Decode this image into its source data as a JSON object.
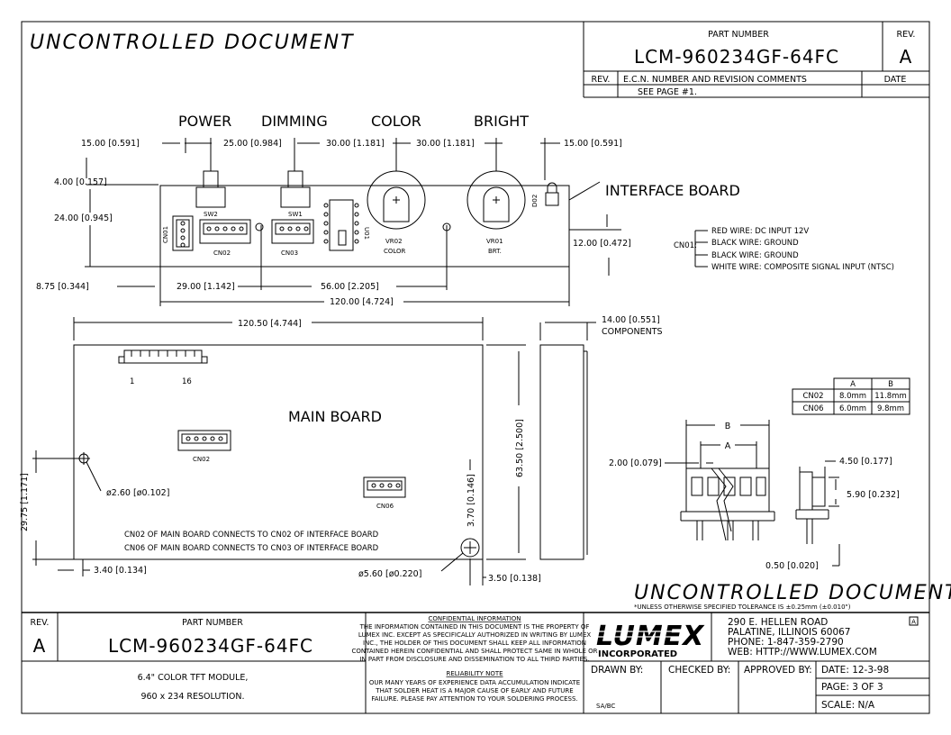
{
  "header": {
    "watermark": "UNCONTROLLED DOCUMENT",
    "part_number_label": "PART NUMBER",
    "part_number": "LCM-960234GF-64FC",
    "rev_label": "REV.",
    "rev": "A",
    "rev_col": "REV.",
    "ecn_label": "E.C.N. NUMBER AND REVISION COMMENTS",
    "date_label": "DATE",
    "ecn_row": "SEE PAGE #1."
  },
  "interface": {
    "labels": {
      "power": "POWER",
      "dimming": "DIMMING",
      "color": "COLOR",
      "bright": "BRIGHT"
    },
    "board_label": "INTERFACE BOARD",
    "dims": {
      "d_left": "15.00 [0.591]",
      "d_25": "25.00 [0.984]",
      "d_30a": "30.00 [1.181]",
      "d_30b": "30.00 [1.181]",
      "d_right": "15.00 [0.591]",
      "d_4": "4.00 [0.157]",
      "d_24": "24.00 [0.945]",
      "d_875": "8.75 [0.344]",
      "d_29": "29.00 [1.142]",
      "d_56": "56.00 [2.205]",
      "d_120": "120.00 [4.724]",
      "d_12": "12.00 [0.472]"
    },
    "parts": {
      "sw2": "SW2",
      "sw1": "SW1",
      "cn01": "CN01",
      "cn02": "CN02",
      "cn03": "CN03",
      "u01": "U01",
      "vr02": "VR02",
      "vr02b": "COLOR",
      "vr01": "VR01",
      "vr01b": "BRT.",
      "d02": "D02"
    },
    "cn01_label": "CN01:",
    "wires": [
      "RED WIRE: DC INPUT 12V",
      "BLACK WIRE: GROUND",
      "BLACK WIRE: GROUND",
      "WHITE WIRE: COMPOSITE SIGNAL INPUT (NTSC)"
    ]
  },
  "main": {
    "board_label": "MAIN BOARD",
    "dims": {
      "width": "120.50 [4.744]",
      "side_thick": "14.00 [0.551]",
      "components": "COMPONENTS",
      "tol_note": "*UNLESS OTHERWISE SPECIFIED TOLERANCE IS ±0.25mm (±0.010\")",
      "height": "63.50 [2.500]",
      "d_37": "3.70 [0.146]",
      "d_2975": "29.75 [1.171]",
      "d_34": "3.40 [0.134]",
      "hole_small": "ø2.60 [ø0.102]",
      "hole_big": "ø5.60 [ø0.220]",
      "d_35": "3.50 [0.138]",
      "d_20": "2.00 [0.079]",
      "d_45": "4.50 [0.177]",
      "d_59": "5.90 [0.232]",
      "d_05": "0.50 [0.020]",
      "a": "A",
      "b": "B"
    },
    "pins": {
      "one": "1",
      "sixteen": "16"
    },
    "cn02": "CN02",
    "cn06": "CN06",
    "notes": [
      "CN02 OF MAIN BOARD CONNECTS TO CN02 OF INTERFACE BOARD",
      "CN06 OF MAIN BOARD CONNECTS TO CN03 OF INTERFACE BOARD"
    ],
    "table": {
      "headers": [
        "A",
        "B"
      ],
      "rows": [
        {
          "name": "CN02",
          "a": "8.0mm",
          "b": "11.8mm"
        },
        {
          "name": "CN06",
          "a": "6.0mm",
          "b": "9.8mm"
        }
      ]
    }
  },
  "title_block": {
    "rev_label": "REV.",
    "rev": "A",
    "part_label": "PART NUMBER",
    "part_number": "LCM-960234GF-64FC",
    "desc1": "6.4\" COLOR TFT MODULE,",
    "desc2": "960 x 234 RESOLUTION.",
    "conf_title": "CONFIDENTIAL INFORMATION",
    "conf_lines": [
      "THE INFORMATION CONTAINED IN THIS DOCUMENT IS THE PROPERTY OF",
      "LUMEX INC.  EXCEPT AS SPECIFICALLY AUTHORIZED IN WRITING BY LUMEX",
      "INC., THE HOLDER OF THIS DOCUMENT SHALL KEEP ALL INFORMATION",
      "CONTAINED HEREIN CONFIDENTIAL AND SHALL PROTECT SAME IN WHOLE OR",
      "IN PART FROM DISCLOSURE AND DISSEMINATION TO ALL THIRD PARTIES."
    ],
    "rel_title": "RELIABILITY NOTE",
    "rel_lines": [
      "OUR MANY YEARS OF EXPERIENCE DATA ACCUMULATION INDICATE",
      "THAT SOLDER HEAT IS A MAJOR CAUSE OF EARLY AND FUTURE",
      "FAILURE.  PLEASE PAY ATTENTION TO YOUR SOLDERING PROCESS."
    ],
    "logo": "LUMEX",
    "logo_sub": "INCORPORATED",
    "address": [
      "290 E. HELLEN ROAD",
      "PALATINE, ILLINOIS  60067",
      "PHONE: 1-847-359-2790",
      "WEB:  HTTP://WWW.LUMEX.COM"
    ],
    "corner_mark": "A",
    "drawn_by_label": "DRAWN BY:",
    "drawn_by": "SA/BC",
    "checked_by_label": "CHECKED BY:",
    "approved_by_label": "APPROVED BY:",
    "date": "DATE:  12-3-98",
    "page": "PAGE:   3 OF 3",
    "scale": "SCALE:   N/A"
  }
}
